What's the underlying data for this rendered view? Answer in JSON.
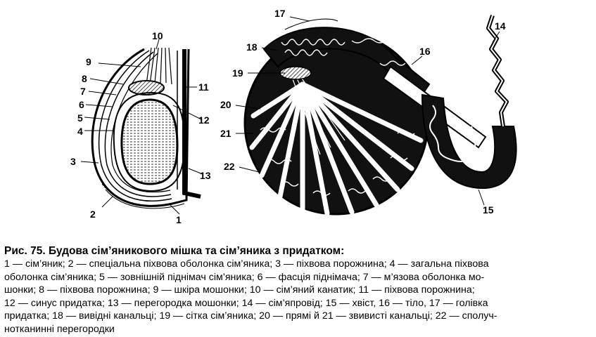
{
  "figure": {
    "title": "Рис. 75. Будова сім’яникового мішка та сім’яника з придатком:",
    "legend_lines": [
      "1 — сім’яник; 2 — спеціальна піхвова оболонка сім’яника; 3 — піхвова порожнина; 4 — загальна піхвова",
      "оболонка сім’яника; 5 — зовнішній піднімач сім’яника; 6 — фасція піднімача; 7 — м’язова оболонка мо-",
      "шонки; 8 — піхвова порожнина; 9 — шкіра мошонки; 10 — сім’яний канатик; 11 — піхвова порожнина;",
      "12 — синус придатка; 13 — перегородка мошонки; 14 — сім’япровід; 15 — хвіст, 16 — тіло, 17 — голівка",
      "придатка; 18 — вивідні канальці; 19 — сітка сім’яника; 20 — прямі й 21 — звивисті канальці; 22 — сполуч-",
      "нотканинні перегородки"
    ],
    "labels": {
      "n1": "1",
      "n2": "2",
      "n3": "3",
      "n4": "4",
      "n5": "5",
      "n6": "6",
      "n7": "7",
      "n8": "8",
      "n9": "9",
      "n10": "10",
      "n11": "11",
      "n12": "12",
      "n13": "13",
      "n14": "14",
      "n15": "15",
      "n16": "16",
      "n17": "17",
      "n18": "18",
      "n19": "19",
      "n20": "20",
      "n21": "21",
      "n22": "22"
    }
  }
}
